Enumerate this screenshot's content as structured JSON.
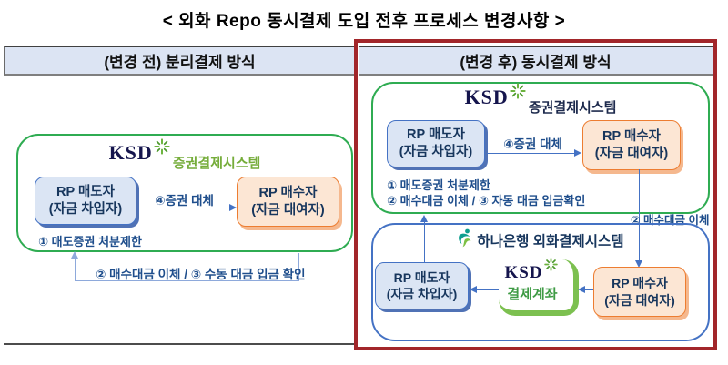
{
  "title": "< 외화 Repo 동시결제 도입 전후 프로세스 변경사항 >",
  "colors": {
    "header_bg": "#dce4f3",
    "red_border": "#a2262a",
    "green_border": "#2fac52",
    "blue_border": "#4472c4",
    "orange_border": "#ed7d31",
    "blue_fill": "#dbe5f4",
    "orange_fill": "#fce6d4",
    "navy_text": "#17365d",
    "note_text": "#1f4e8c",
    "green_text": "#76ad3b",
    "loop_line": "#8ea9db"
  },
  "before": {
    "header": "(변경 전) 분리결제 방식",
    "system_logo": "KSD",
    "system_name": "증권결제시스템",
    "seller_line1": "RP 매도자",
    "seller_line2": "(자금 차입자)",
    "buyer_line1": "RP 매수자",
    "buyer_line2": "(자금 대여자)",
    "securities_arrow_label": "④증권 대체",
    "note1": "① 매도증권 처분제한",
    "loop_label": "② 매수대금 이체 / ③ 수동 대금 입금 확인"
  },
  "after": {
    "header": "(변경 후) 동시결제 방식",
    "securities_system": {
      "logo": "KSD",
      "name": "증권결제시스템",
      "seller_line1": "RP 매도자",
      "seller_line2": "(자금 차입자)",
      "buyer_line1": "RP 매수자",
      "buyer_line2": "(자금 대여자)",
      "securities_arrow_label": "④증권 대체",
      "note1": "① 매도증권 처분제한",
      "note2": "② 매수대금 이체 / ③ 자동 대금 입금확인"
    },
    "cash_transfer_label": "② 매수대금 이체",
    "fx_system": {
      "name": "하나은행 외화결제시스템",
      "seller_line1": "RP 매도자",
      "seller_line2": "(자금 차입자)",
      "account_logo": "KSD",
      "account_label": "결제계좌",
      "buyer_line1": "RP 매수자",
      "buyer_line2": "(자금 대여자)"
    }
  }
}
